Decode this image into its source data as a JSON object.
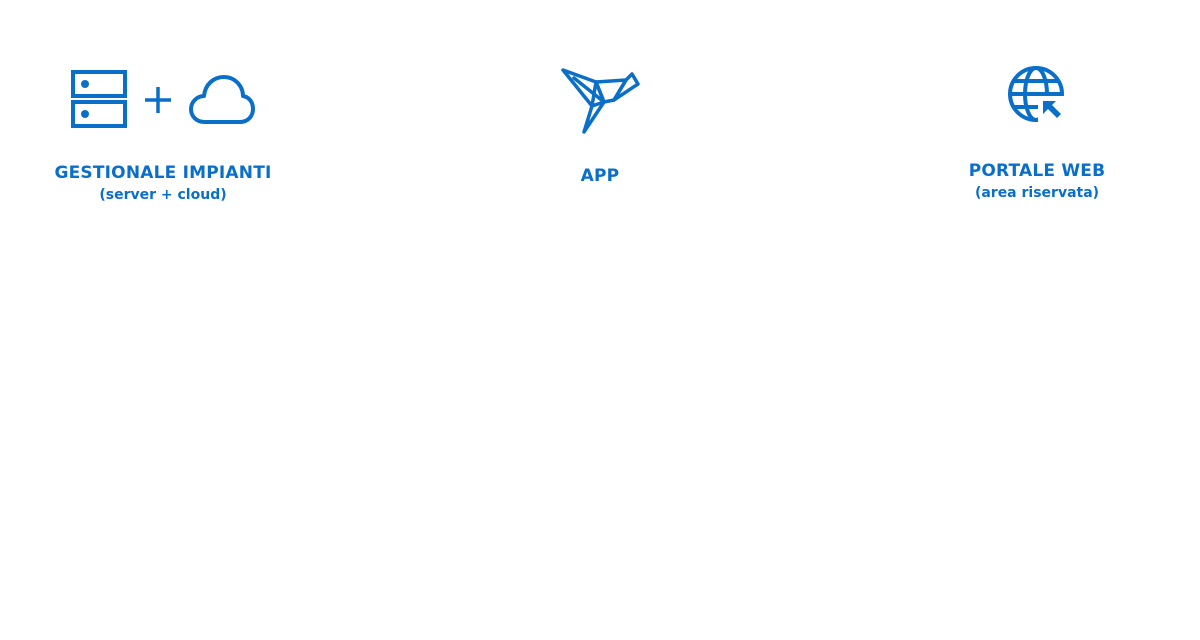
{
  "brand": {
    "accent": "#0a6fc8",
    "background": "#ffffff"
  },
  "features": [
    {
      "icons": [
        "server-icon",
        "plus-icon",
        "cloud-icon"
      ],
      "title": "GESTIONALE IMPIANTI",
      "subtitle": "(server + cloud)"
    },
    {
      "icons": [
        "origami-bird-icon"
      ],
      "title": "APP",
      "subtitle": ""
    },
    {
      "icons": [
        "globe-cursor-icon"
      ],
      "title": "PORTALE WEB",
      "subtitle": "(area riservata)"
    }
  ]
}
